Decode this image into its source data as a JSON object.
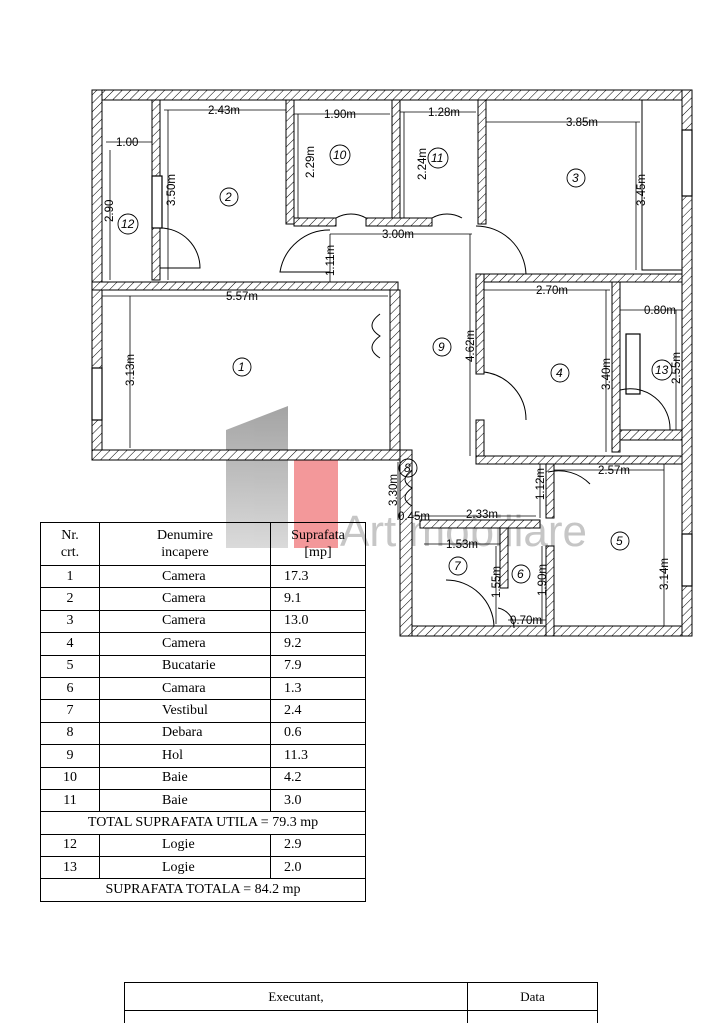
{
  "plan": {
    "dimensions": [
      "2.43m",
      "1.90m",
      "1.28m",
      "3.85m",
      "1.00",
      "2.90",
      "3.50m",
      "2.29m",
      "2.24m",
      "3.45m",
      "3.00m",
      "1.11m",
      "5.57m",
      "2.70m",
      "0.80m",
      "4.62m",
      "3.13m",
      "3.40m",
      "2.55m",
      "2.57m",
      "1.12m",
      "3.30m",
      "0.45m",
      "2.33m",
      "1.53m",
      "1.55m",
      "1.90m",
      "0.70m",
      "3.14m"
    ],
    "room_numbers": [
      "1",
      "2",
      "3",
      "4",
      "5",
      "6",
      "7",
      "8",
      "9",
      "10",
      "11",
      "12",
      "13"
    ],
    "watermark": {
      "text": "Art  mobiliare",
      "colors": {
        "gray": "#9e9e9e",
        "red": "#ee6f73"
      }
    }
  },
  "table": {
    "header": {
      "nr": "Nr.\ncrt.",
      "name": "Denumire\nincapere",
      "area": "Suprafata\n[mp]"
    },
    "rows_a": [
      {
        "nr": "1",
        "name": "Camera",
        "area": "17.3"
      },
      {
        "nr": "2",
        "name": "Camera",
        "area": "9.1"
      },
      {
        "nr": "3",
        "name": "Camera",
        "area": "13.0"
      },
      {
        "nr": "4",
        "name": "Camera",
        "area": "9.2"
      },
      {
        "nr": "5",
        "name": "Bucatarie",
        "area": "7.9"
      },
      {
        "nr": "6",
        "name": "Camara",
        "area": "1.3"
      },
      {
        "nr": "7",
        "name": "Vestibul",
        "area": "2.4"
      },
      {
        "nr": "8",
        "name": "Debara",
        "area": "0.6"
      },
      {
        "nr": "9",
        "name": "Hol",
        "area": "11.3"
      },
      {
        "nr": "10",
        "name": "Baie",
        "area": "4.2"
      },
      {
        "nr": "11",
        "name": "Baie",
        "area": "3.0"
      }
    ],
    "subtotal": "TOTAL SUPRAFATA UTILA = 79.3 mp",
    "rows_b": [
      {
        "nr": "12",
        "name": "Logie",
        "area": "2.9"
      },
      {
        "nr": "13",
        "name": "Logie",
        "area": "2.0"
      }
    ],
    "total": "SUPRAFATA TOTALA = 84.2 mp"
  },
  "signature": {
    "executant": "Executant,",
    "date": "Data"
  }
}
